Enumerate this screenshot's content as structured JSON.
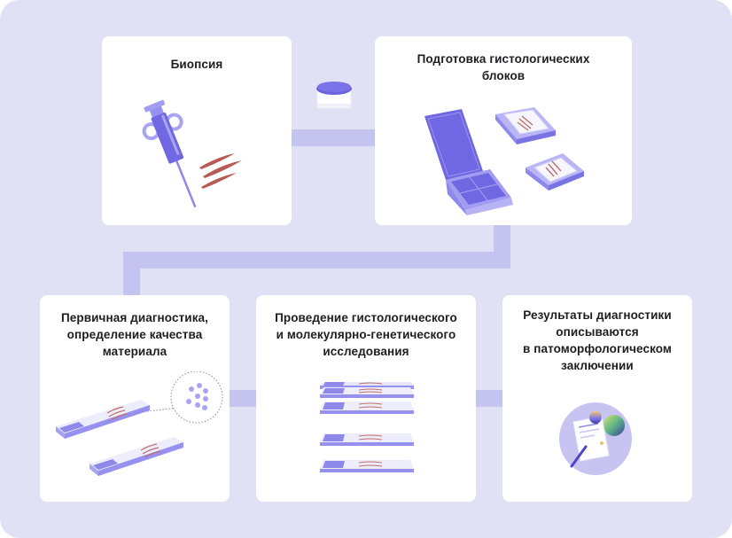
{
  "diagram": {
    "type": "process-flow",
    "colors": {
      "background": "#e1e1f5",
      "card": "#ffffff",
      "connector": "#c5c3f0",
      "accent": "#7b74e8",
      "tissue": "#b85a56",
      "text": "#1d1d22"
    },
    "steps": [
      {
        "id": 1,
        "title": "Биопсия",
        "icon": "syringe-with-tissue-icon"
      },
      {
        "id": 2,
        "title": "Подготовка гистологических\nблоков",
        "icon": "cassette-and-blocks-icon"
      },
      {
        "id": 3,
        "title": "Первичная диагностика,\nопределение качества\nматериала",
        "icon": "slides-with-magnifier-icon"
      },
      {
        "id": 4,
        "title": "Проведение гистологического\nи молекулярно-генетического\nисследования",
        "icon": "stacked-slides-icon"
      },
      {
        "id": 5,
        "title": "Результаты диагностики\nописываются\nв патоморфологическом\nзаключении",
        "icon": "report-document-icon"
      }
    ],
    "connector_icons": [
      {
        "between": [
          1,
          2
        ],
        "icon": "specimen-jar-icon"
      }
    ],
    "flow": [
      [
        1,
        2
      ],
      [
        2,
        3
      ],
      [
        3,
        4
      ],
      [
        4,
        5
      ]
    ]
  }
}
